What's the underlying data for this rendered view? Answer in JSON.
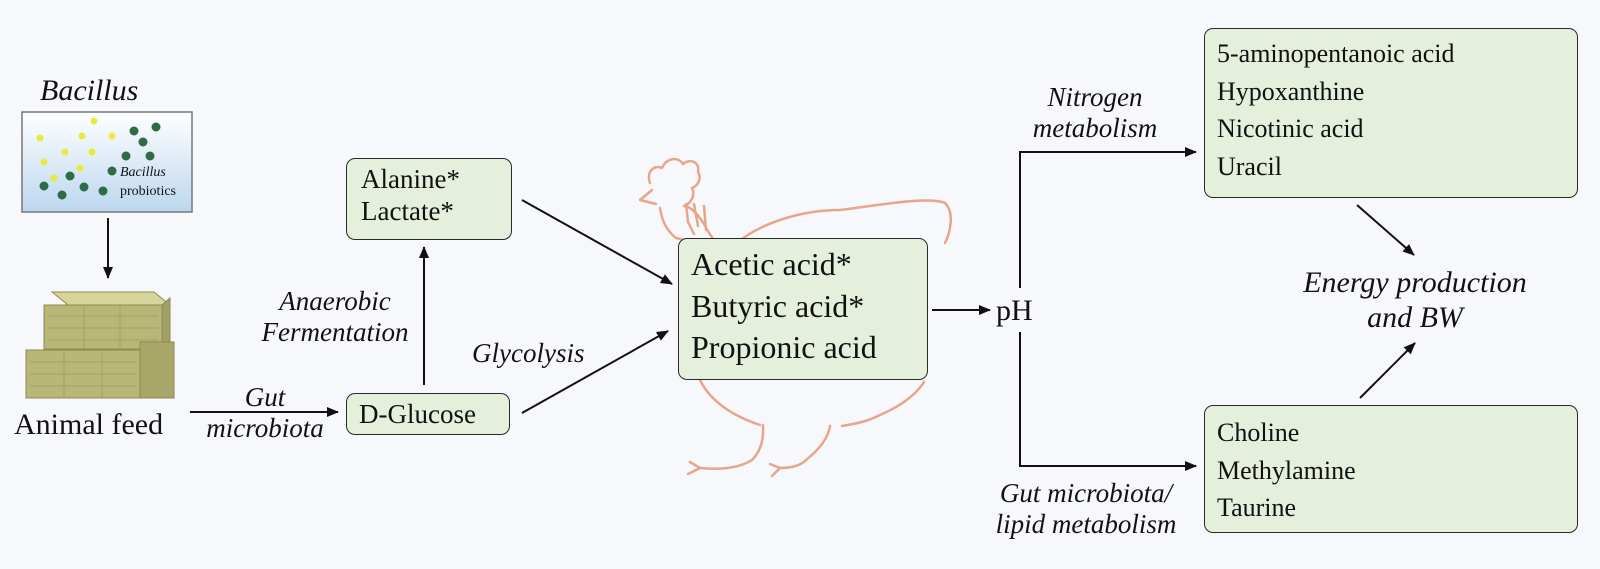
{
  "bacillus": {
    "title": "Bacillus",
    "inset_label_1": "Bacillus",
    "inset_label_2": "probiotics"
  },
  "feed": {
    "label": "Animal feed"
  },
  "edges": {
    "gut_1": "Gut",
    "gut_2": "microbiota",
    "anaerobic_1": "Anaerobic",
    "anaerobic_2": "Fermentation",
    "glycolysis": "Glycolysis",
    "nitrogen_1": "Nitrogen",
    "nitrogen_2": "metabolism",
    "lipid_1": "Gut microbiota/",
    "lipid_2": "lipid metabolism"
  },
  "boxes": {
    "glucose": [
      "D-Glucose"
    ],
    "alanine_lactate": [
      "Alanine*",
      "Lactate*"
    ],
    "acids": [
      "Acetic acid*",
      "Butyric acid*",
      "Propionic acid"
    ],
    "nitrogen_products": [
      "5-aminopentanoic acid",
      "Hypoxanthine",
      "Nicotinic acid",
      "Uracil"
    ],
    "lipid_products": [
      "Choline",
      "Methylamine",
      "Taurine"
    ]
  },
  "ph": {
    "label": "pH"
  },
  "energy": {
    "line1": "Energy production",
    "line2": "and BW"
  },
  "colors": {
    "box_fill": "#e4efdc",
    "chicken_outline": "#e7a68a",
    "yellow_dot": "#e9ea3f",
    "green_dot": "#2f6b45",
    "hay": "#b9b778"
  }
}
